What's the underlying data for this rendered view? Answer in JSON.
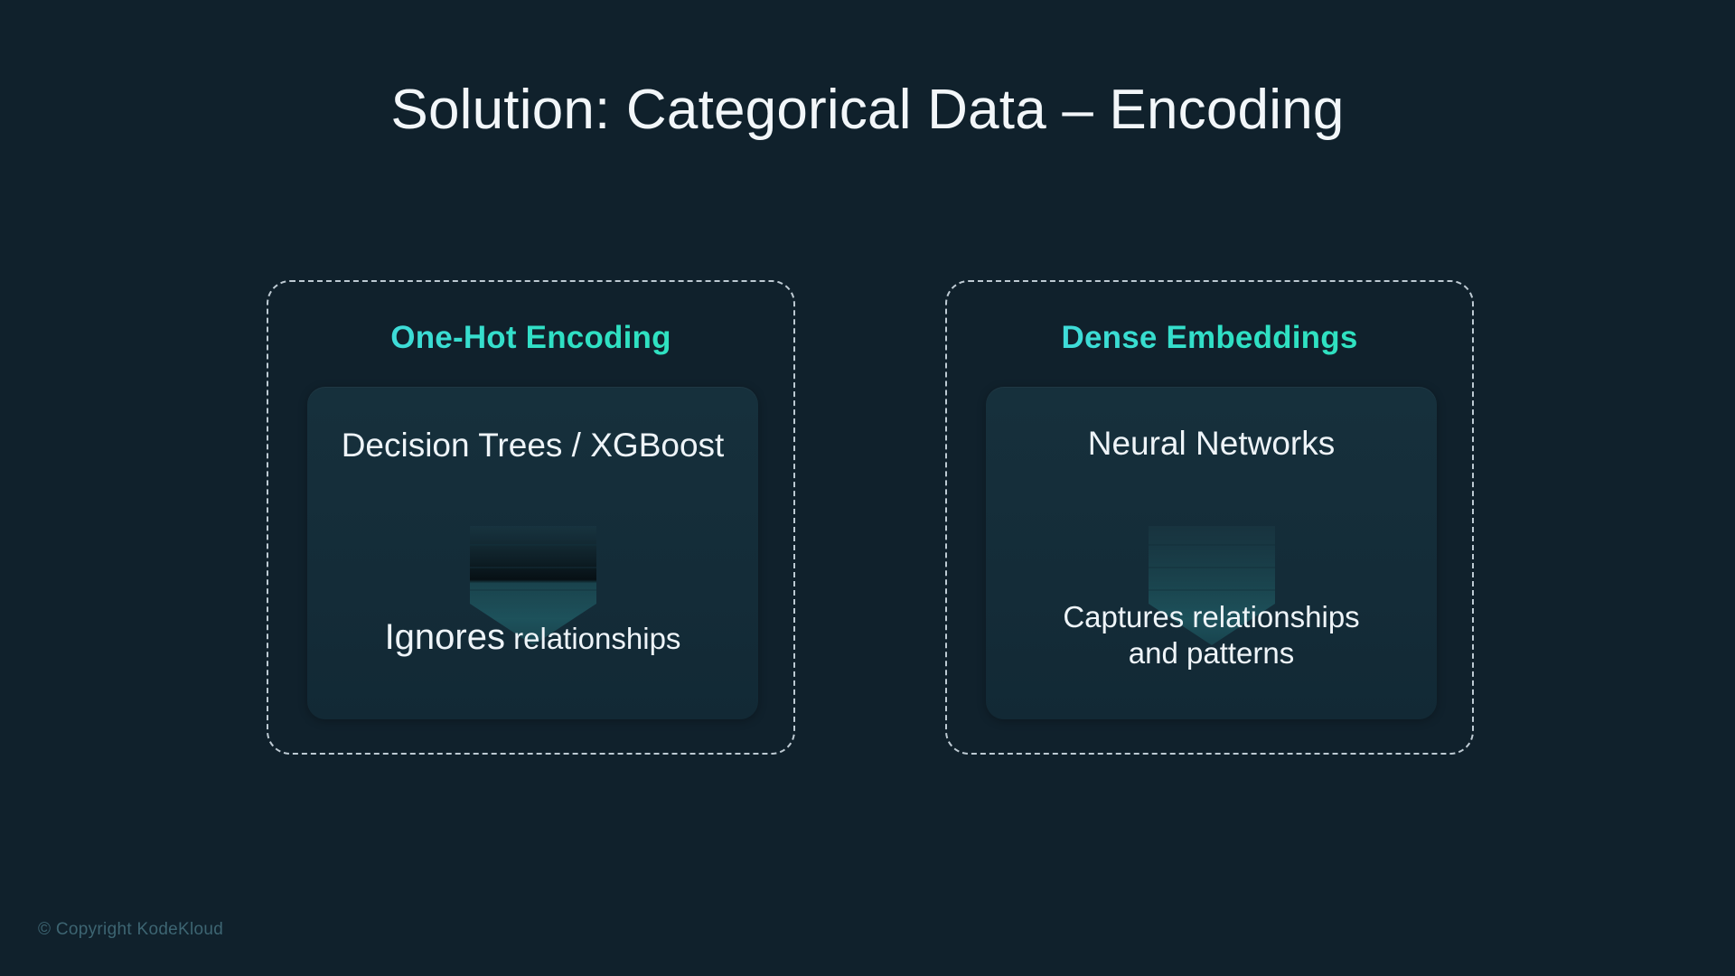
{
  "slide": {
    "title": "Solution: Categorical Data – Encoding",
    "background_color": "#10212c",
    "accent_color": "#2fe0c4"
  },
  "cards": [
    {
      "heading": "One-Hot Encoding",
      "top_text": "Decision Trees / XGBoost",
      "bottom_emphasis": "Ignores",
      "bottom_rest": " relationships",
      "icon": "shield-badge-icon"
    },
    {
      "heading": "Dense Embeddings",
      "top_text": "Neural Networks",
      "bottom_line_1": "Captures relationships",
      "bottom_line_2": "and patterns",
      "icon": "shield-badge-icon"
    }
  ],
  "footer": {
    "copyright": "© Copyright KodeKloud"
  }
}
